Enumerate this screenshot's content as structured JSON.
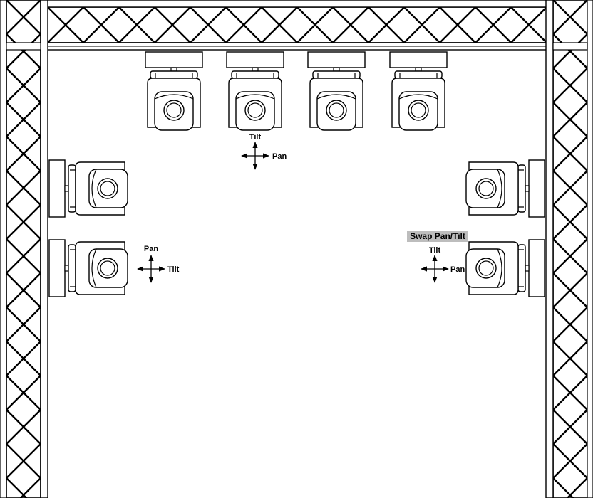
{
  "colors": {
    "background": "#ffffff",
    "stroke": "#000000",
    "fixture_fill": "#ffffff",
    "badge_fill": "#bdbdbd"
  },
  "top_center": {
    "tilt": "Tilt",
    "pan": "Pan"
  },
  "left_lower": {
    "pan": "Pan",
    "tilt": "Tilt"
  },
  "right_lower": {
    "badge": "Swap Pan/Tilt",
    "tilt": "Tilt",
    "pan": "Pan"
  },
  "icons": {
    "truss": "truss-lattice",
    "fixture": "moving-head-light",
    "axes": "four-way-arrow"
  }
}
